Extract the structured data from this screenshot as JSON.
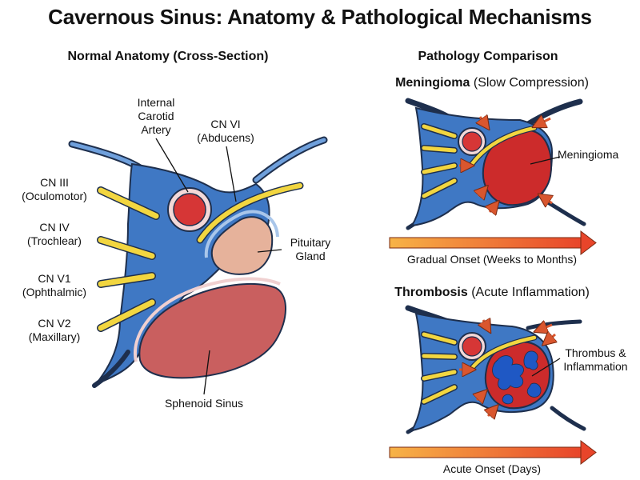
{
  "title": "Cavernous Sinus: Anatomy & Pathological Mechanisms",
  "normal": {
    "heading": "Normal Anatomy (Cross-Section)",
    "labels": {
      "ica": [
        "Internal",
        "Carotid",
        "Artery"
      ],
      "cn6": [
        "CN VI",
        "(Abducens)"
      ],
      "cn3": [
        "CN III",
        "(Oculomotor)"
      ],
      "cn4": [
        "CN IV",
        "(Trochlear)"
      ],
      "cn5v1": [
        "CN V1",
        "(Ophthalmic)"
      ],
      "cn5v2": [
        "CN V2",
        "(Maxillary)"
      ],
      "pituitary": [
        "Pituitary",
        "Gland"
      ],
      "sphenoid": "Sphenoid Sinus"
    }
  },
  "pathology": {
    "heading": "Pathology Comparison",
    "meningioma": {
      "name": "Meningioma",
      "desc": "(Slow Compression)",
      "label": "Meningioma",
      "onset": "Gradual Onset (Weeks to Months)"
    },
    "thrombosis": {
      "name": "Thrombosis",
      "desc": "(Acute Inflammation)",
      "label": [
        "Thrombus &",
        "Inflammation"
      ],
      "onset": "Acute Onset (Days)"
    }
  },
  "colors": {
    "sinus_blue": "#3f78c4",
    "outline": "#1e2f4d",
    "nerve_yellow": "#f2d640",
    "artery_red": "#d63636",
    "pituitary": "#e6b29b",
    "sphenoid": "#c95f5f",
    "tumor": "#cc2b2b",
    "arrow_orange": "#e8693a"
  }
}
